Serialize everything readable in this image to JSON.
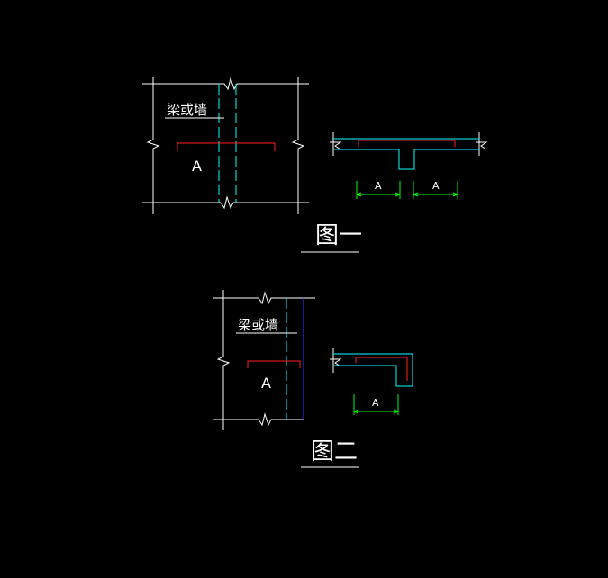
{
  "figure1": {
    "plan_label": "梁或墙",
    "plan_dim": "A",
    "section_dim_left": "A",
    "section_dim_right": "A",
    "caption": "图一"
  },
  "figure2": {
    "plan_label": "梁或墙",
    "plan_dim": "A",
    "section_dim": "A",
    "caption": "图二"
  },
  "colors": {
    "background": "#000000",
    "outline": "#ffffff",
    "beam": "#00ffff",
    "rebar": "#ff2020",
    "dimension": "#00ff00",
    "edge": "#2a2aff"
  }
}
